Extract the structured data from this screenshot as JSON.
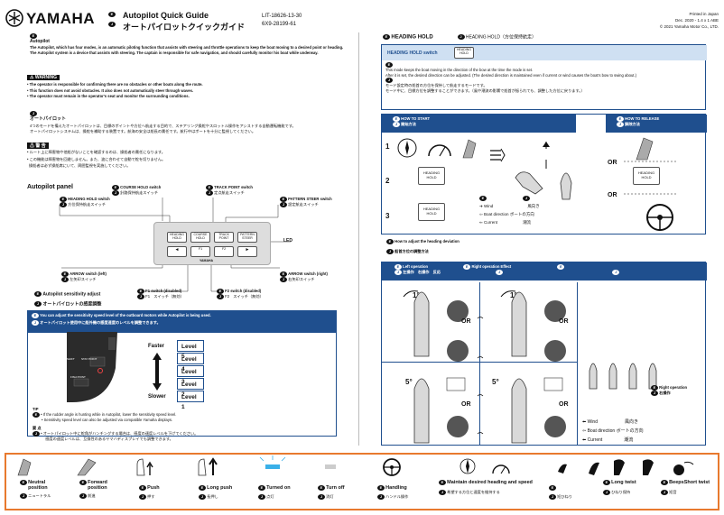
{
  "header": {
    "brand": "YAMAHA",
    "title_en": "Autopilot Quick Guide",
    "title_ja": "オートパイロットクイックガイド",
    "doc_code1": "LIT-18626-13-30",
    "doc_code2": "6X9-28199-61",
    "printed": "Printed in Japan",
    "date": "Dec. 2020 - 1.4 x 1 ABE",
    "copyright": "© 2021 Yamaha Motor Co., LTD."
  },
  "badges": {
    "e": "E",
    "j": "J"
  },
  "autopilot": {
    "title": "Autopilot",
    "p1": "The Autopilot, which has four modes, is an automatic piloting function that assists with steering and throttle operations to keep the boat moving to a desired point or heading.",
    "p2": "The Autopilot system is a device that assists with steering. The captain is responsible for safe navigation, and should carefully monitor his boat while underway.",
    "warning_label": "WARNING",
    "warn1": "• The operator is responsible for confirming there are no obstacles or other boats along the route.",
    "warn2": "• This function does not avoid obstacles. It also does not automatically steer through waves.",
    "warn3": "• The operator must remain in the operator's seat and monitor the surrounding conditions.",
    "title_ja": "オートパイロット",
    "p_ja1": "4つのモードを備えたオートパイロットは、目標のポイントや方位へ航走する目的で、ステアリング操舵やスロットル操作をアシストする自動運転機能です。",
    "p_ja2": "オートパイロットシステムは、操舵を補助する装置です。航海の安全は船長の責任です。航行中はボートを十分に監視してください。",
    "warning_ja": "警 告",
    "warn_ja1": "• ルート上に障害物や他船がないことを確認するのは、操船者の責任になります。",
    "warn_ja2": "• この機能は障害物を回避しません。また、波に合わせて自動で舵を切りません。",
    "warn_ja3": "操船者は必ず操船席にいて、周囲監視を実施してください。"
  },
  "panel": {
    "title": "Autopilot panel",
    "course_hold": "COURSE HOLD switch",
    "course_hold_ja": "針路保持航走スイッチ",
    "track_point": "TRACK POINT switch",
    "track_point_ja": "定点航走スイッチ",
    "heading_hold": "HEADING HOLD switch",
    "heading_hold_ja": "方位保持航走スイッチ",
    "pattern_steer": "PATTERN STEER switch",
    "pattern_steer_ja": "設定航走スイッチ",
    "led": "LED",
    "arrow_left": "ARROW switch (left)",
    "arrow_left_ja": "左矢印スイッチ",
    "arrow_right": "ARROW switch (right)",
    "arrow_right_ja": "右矢印スイッチ",
    "f1": "F1 switch (disabled)",
    "f1_ja": "F1　スイッチ（無効）",
    "f2": "F2 switch (disabled)",
    "f2_ja": "F2　スイッチ（無効）",
    "keys": [
      "HEADING HOLD",
      "COURSE HOLD",
      "TRACK POINT",
      "PATTERN STEER",
      "◄",
      "F1",
      "F2",
      "►"
    ],
    "logo": "YAMAHA"
  },
  "sensitivity": {
    "title": "Autopilot sensitivity adjust",
    "title_ja": "オートパイロットの感度調整",
    "bar_en": "You can adjust the sensitivity speed level of the outboard motors while Autopilot is being used.",
    "bar_ja": "オートパイロット使用中に船外機の感度速度のレベルを調整できます。",
    "faster": "Faster",
    "slower": "Slower",
    "levels": [
      "Level 5",
      "Level 4",
      "Level 3",
      "Level 2",
      "Level 1"
    ],
    "remote_labels": [
      "SHIFT",
      "STAY POINT",
      "FISH POINT"
    ],
    "tip": "TIP",
    "tip1": "• If the rudder angle is hunting while in Autopilot, lower the sensitivity speed level.",
    "tip2": "• Sensitivity speed level can also be adjusted via compatible Yamaha displays.",
    "memo": "要 点",
    "memo1": "• オートパイロット中に舵角がハンチングする場合は、感度の速度レベルを下げてください。",
    "memo2": "　感度の速度レベルは、互換性のあるヤマハディスプレイでも調整できます。"
  },
  "heading_hold": {
    "title": "HEADING HOLD",
    "title_ja": "HEADING HOLD（方位保持航走）",
    "switch_label": "HEADING HOLD switch",
    "btn": "HEADING HOLD",
    "p1": "This mode keeps the boat moving in the direction of the bow at the time the mode is set.",
    "p2": "After it is set, the desired direction can be adjusted. (The desired direction is maintained even if current or wind causes the boat's bow to swing about.)",
    "p_ja1": "モード設定時の船首の方位を保持して航走するモードです。",
    "p_ja2": "モード中に、目標方位を調整することができます。（風や潮流の影響で船首が振られても、調整した方位に戻ります。）"
  },
  "start_release": {
    "start": "HOW TO START",
    "start_ja": "開始方法",
    "release": "HOW TO RELEASE",
    "release_ja": "解除方法",
    "steps": [
      "1",
      "2",
      "3"
    ],
    "or": "OR",
    "btn": "HEADING HOLD",
    "legend_wind": "Wind",
    "legend_wind_ja": "風向き",
    "legend_boat": "Boat direction",
    "legend_boat_ja": "ボートの方向",
    "legend_current": "Current",
    "legend_current_ja": "潮流",
    "adjust": "How to adjust the heading deviation",
    "adjust_ja": "船首方位の調整方法"
  },
  "operation": {
    "left": "Left operation",
    "left_ja": "左操作　右操作　反応",
    "right": "Right operation Effect",
    "angles": [
      "1°",
      "1°",
      "5°",
      "5°"
    ],
    "or": "OR",
    "right_op": "Right operation",
    "right_op_ja": "右操作",
    "legend_wind": "Wind",
    "legend_wind_ja": "風向き",
    "legend_boat": "Boat direction",
    "legend_boat_ja": "ボートの方向",
    "legend_current": "Current",
    "legend_current_ja": "潮流"
  },
  "legend": {
    "items": [
      {
        "en": "Neutral position",
        "ja": "ニュートラル"
      },
      {
        "en": "Forward position",
        "ja": "前進"
      },
      {
        "en": "Push",
        "ja": "押す"
      },
      {
        "en": "Long push",
        "ja": "長押し"
      },
      {
        "en": "Turned on",
        "ja": "点灯"
      },
      {
        "en": "Turn off",
        "ja": "消灯"
      },
      {
        "en": "Handling",
        "ja": "ハンドル操作"
      },
      {
        "en": "Maintain desired heading and speed",
        "ja": "希望する方位と速度を維持する"
      },
      {
        "en": "",
        "ja": "短ひねり"
      },
      {
        "en": "Long twist",
        "ja": "ひねり保持"
      },
      {
        "en": "Beeps",
        "ja": "短音"
      },
      {
        "en": "Short twist",
        "ja": ""
      }
    ]
  },
  "colors": {
    "accent": "#1f4f8e",
    "legend_border": "#e8792e",
    "led": "#3ab0e8"
  }
}
